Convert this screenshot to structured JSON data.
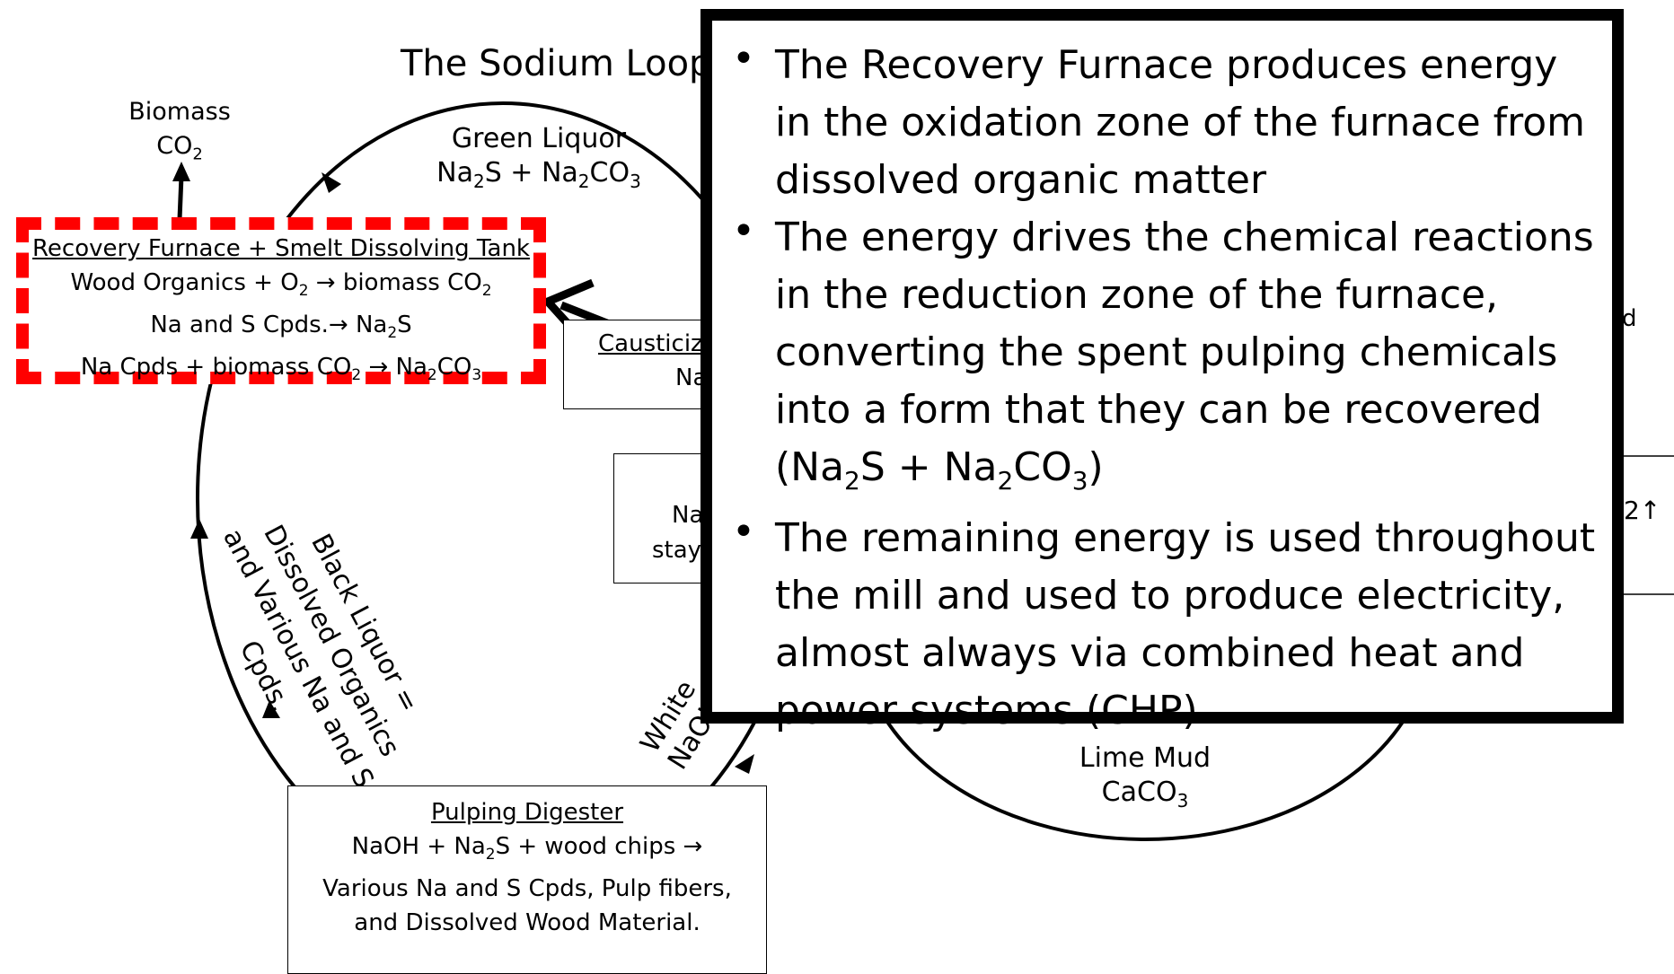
{
  "diagram": {
    "title": "The Sodium Loop",
    "biomass": {
      "line1": "Biomass",
      "line2": "CO",
      "sub": "2"
    },
    "green_liquor": {
      "line1": "Green Liquor",
      "na": "Na",
      "s2": "2",
      "s_plus": "S + Na",
      "co2": "2",
      "co": "CO",
      "co3": "3"
    },
    "recovery_box": {
      "heading": "Recovery Furnace + Smelt Dissolving Tank",
      "line1_a": "Wood Organics + O",
      "line1_sub": "2",
      "line1_b": " → biomass CO",
      "line1_sub2": "2",
      "line2_a": "Na and S Cpds.→ Na",
      "line2_sub": "2",
      "line2_b": "S",
      "line3_a": "Na Cpds + biomass CO",
      "line3_sub": "2",
      "line3_b": " → Na",
      "line3_sub2": "2",
      "line3_c": "CO",
      "line3_sub3": "3"
    },
    "black_liquor": {
      "line1": "Black Liquor =",
      "line2": "Dissolved Organics",
      "line3": "and Various Na and S",
      "line4": "Cpds."
    },
    "pulping_box": {
      "heading": "Pulping Digester",
      "line1_a": "NaOH + Na",
      "line1_sub": "2",
      "line1_b": "S + wood chips →",
      "line2": "Various Na and S Cpds, Pulp fibers,",
      "line3": "and Dissolved Wood Material."
    },
    "lime_mud": {
      "line1": "Lime Mud",
      "line2": "CaCO",
      "sub": "3"
    },
    "partial": {
      "caustic": "Causticiz",
      "na1": "Na",
      "na2": "Na",
      "stay": "stay",
      "white": "White",
      "naoh": "NaOH",
      "d": "d",
      "co2_up": "2↑"
    }
  },
  "panel": {
    "bullets": [
      {
        "text": "The Recovery Furnace produces energy in the oxidation zone of the furnace from dissolved organic matter"
      },
      {
        "text_a": "The energy drives the chemical reactions in the reduction zone of the furnace, converting the spent pulping chemicals into a form that they can be recovered (Na",
        "sub1": "2",
        "text_b": "S + Na",
        "sub2": "2",
        "text_c": "CO",
        "sub3": "3",
        "text_d": ")"
      },
      {
        "text": "The remaining energy is used throughout the mill and used to produce electricity, almost always via combined heat and power systems (CHP)"
      }
    ]
  },
  "colors": {
    "highlight_dash": "#ff0000",
    "ink": "#000000"
  }
}
